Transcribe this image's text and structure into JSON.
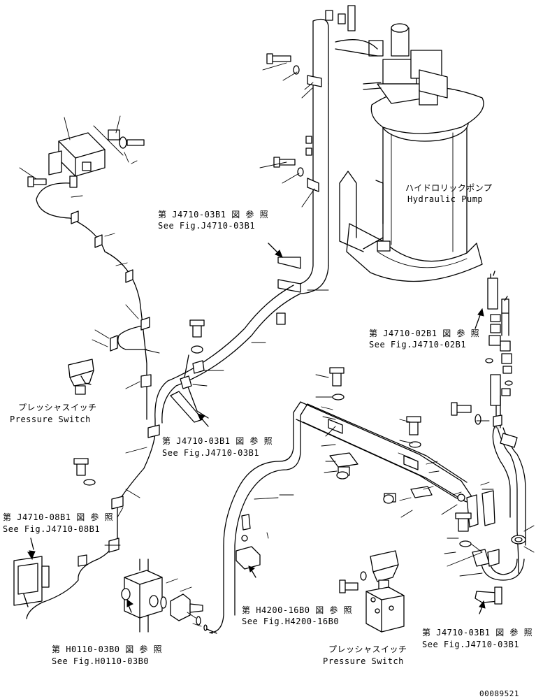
{
  "callouts": {
    "fig_j4710_03b1_top_jp": "第 J4710-03B1 図 参 照",
    "fig_j4710_03b1_top_en": "See Fig.J4710-03B1",
    "fig_j4710_03b1_mid_jp": "第 J4710-03B1 図 参 照",
    "fig_j4710_03b1_mid_en": "See Fig.J4710-03B1",
    "fig_j4710_02b1_jp": "第 J4710-02B1 図 参 照",
    "fig_j4710_02b1_en": "See Fig.J4710-02B1",
    "fig_j4710_08b1_jp": "第 J4710-08B1 図 参 照",
    "fig_j4710_08b1_en": "See Fig.J4710-08B1",
    "fig_h4200_16b0_jp": "第 H4200-16B0 図 参 照",
    "fig_h4200_16b0_en": "See Fig.H4200-16B0",
    "fig_h0110_03b0_jp": "第 H0110-03B0 図 参 照",
    "fig_h0110_03b0_en": "See Fig.H0110-03B0",
    "fig_j4710_03b1_bot_jp": "第 J4710-03B1 図 参 照",
    "fig_j4710_03b1_bot_en": "See Fig.J4710-03B1"
  },
  "components": {
    "hydraulic_pump_jp": "ハイドロリックポンプ",
    "hydraulic_pump_en": "Hydraulic Pump",
    "pressure_switch_left_jp": "プレッシャスイッチ",
    "pressure_switch_left_en": "Pressure Switch",
    "pressure_switch_right_jp": "プレッシャスイッチ",
    "pressure_switch_right_en": "Pressure Switch"
  },
  "drawing_number": "00089521",
  "icons": {
    "arrow": "filled-arrowhead",
    "pump": "hydraulic-pump-drawing",
    "switch": "pressure-switch-drawing"
  }
}
